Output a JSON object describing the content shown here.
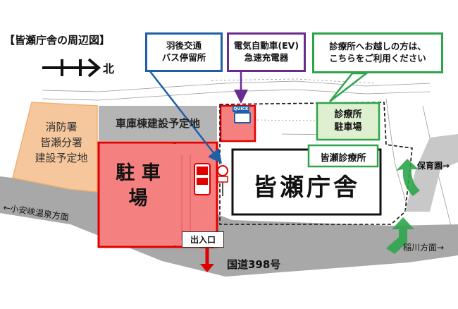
{
  "title": "【皆瀬庁舎の周辺図】",
  "north_label": "北",
  "callouts": {
    "bus": {
      "line1": "羽後交通",
      "line2": "バス停留所"
    },
    "ev": {
      "line1": "電気自動車(EV)",
      "line2": "急速充電器"
    },
    "clinic": {
      "line1": "診療所へお越しの方は、",
      "line2": "こちらをご利用ください"
    }
  },
  "areas": {
    "garage_site": "車庫棟建設予定地",
    "fire_station": {
      "line1": "消防署",
      "line2": "皆瀬分署",
      "line3": "建設予定地"
    },
    "parking": {
      "line1": "駐 車",
      "line2": "場"
    },
    "main_building": "皆瀬庁舎",
    "clinic_parking": {
      "line1": "診療所",
      "line2": "駐車場"
    },
    "clinic": "皆瀬診療所",
    "entrance": "出入口",
    "ev_logo": "QUICK"
  },
  "roads": {
    "route": "国道398号",
    "west": "←小安峡温泉方面",
    "east": "稲川方面→",
    "nursery": "保育園→"
  },
  "colors": {
    "parking_red": "#f58080",
    "red_border": "#e00000",
    "road_gray": "#a8a8a8",
    "orange_zone": "#f6c79c",
    "gray_site": "#b5b5b5",
    "green": "#2ea44a",
    "green_fill": "#dff0d0",
    "blue": "#1f5fa8",
    "purple": "#6a2c91"
  }
}
